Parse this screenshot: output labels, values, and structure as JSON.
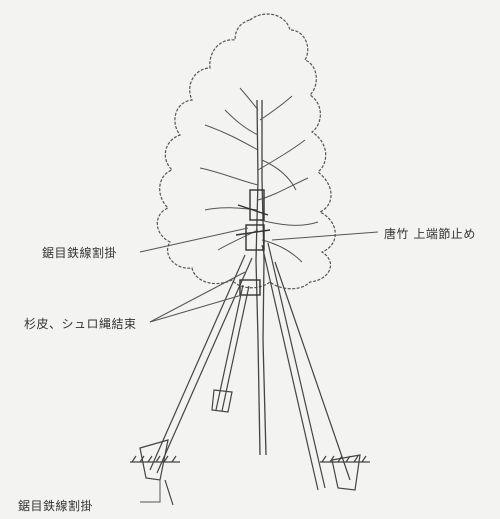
{
  "labels": {
    "top_left": "鋸目鉄線割掛",
    "right": "唐竹 上端節止め",
    "mid_left": "杉皮、シュロ縄結束",
    "bottom": "鋸目鉄線割掛"
  },
  "colors": {
    "stroke": "#444444",
    "paper": "#f3f3f1"
  }
}
